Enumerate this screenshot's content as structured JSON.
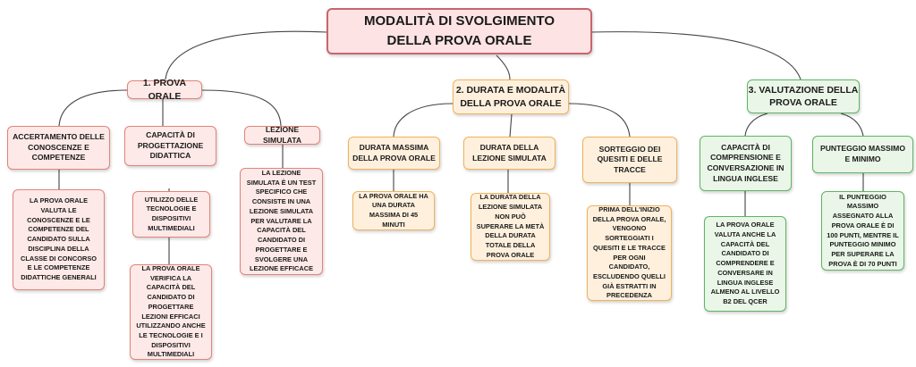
{
  "colors": {
    "title_fill": "#fde3e3",
    "title_border": "#c9646e",
    "red_fill": "#fde9e7",
    "red_border": "#e2847a",
    "orange_fill": "#fff0dd",
    "orange_border": "#f0b25c",
    "green_fill": "#eaf6e7",
    "green_border": "#5fb566",
    "line": "#444444"
  },
  "title": "MODALITÀ DI SVOLGIMENTO DELLA PROVA ORALE",
  "branch1": {
    "label": "1. PROVA ORALE",
    "c1": {
      "label": "ACCERTAMENTO DELLE CONOSCENZE E COMPETENZE",
      "detail": "LA PROVA ORALE VALUTA LE CONOSCENZE E LE COMPETENZE DEL CANDIDATO SULLA DISCIPLINA DELLA CLASSE DI CONCORSO E LE COMPETENZE DIDATTICHE GENERALI"
    },
    "c2": {
      "label": "CAPACITÀ DI PROGETTAZIONE DIDATTICA",
      "detail1": "UTILIZZO DELLE TECNOLOGIE E DISPOSITIVI MULTIMEDIALI",
      "detail2": "LA PROVA ORALE VERIFICA LA CAPACITÀ DEL CANDIDATO DI PROGETTARE LEZIONI EFFICACI UTILIZZANDO ANCHE LE TECNOLOGIE E I DISPOSITIVI MULTIMEDIALI"
    },
    "c3": {
      "label": "LEZIONE SIMULATA",
      "detail": "LA LEZIONE SIMULATA È UN TEST SPECIFICO CHE CONSISTE IN UNA LEZIONE SIMULATA PER VALUTARE LA CAPACITÀ DEL CANDIDATO DI PROGETTARE E SVOLGERE UNA LEZIONE EFFICACE"
    }
  },
  "branch2": {
    "label": "2. DURATA E MODALITÀ DELLA PROVA ORALE",
    "c1": {
      "label": "DURATA MASSIMA DELLA PROVA ORALE",
      "detail": "LA PROVA ORALE HA UNA DURATA MASSIMA DI 45 MINUTI"
    },
    "c2": {
      "label": "DURATA DELLA LEZIONE SIMULATA",
      "detail": "LA DURATA DELLA LEZIONE SIMULATA NON PUÒ SUPERARE LA METÀ DELLA DURATA TOTALE DELLA PROVA ORALE"
    },
    "c3": {
      "label": "SORTEGGIO DEI QUESITI E DELLE TRACCE",
      "detail": "PRIMA DELL'INIZIO DELLA PROVA ORALE, VENGONO SORTEGGIATI I QUESITI E LE TRACCE PER OGNI CANDIDATO, ESCLUDENDO QUELLI GIÀ ESTRATTI IN PRECEDENZA"
    }
  },
  "branch3": {
    "label": "3. VALUTAZIONE DELLA PROVA ORALE",
    "c1": {
      "label": "CAPACITÀ DI COMPRENSIONE E CONVERSAZIONE IN LINGUA INGLESE",
      "detail": "LA PROVA ORALE VALUTA ANCHE LA CAPACITÀ DEL CANDIDATO DI COMPRENDERE E CONVERSARE IN LINGUA INGLESE ALMENO AL LIVELLO B2 DEL QCER"
    },
    "c2": {
      "label": "PUNTEGGIO MASSIMO E MINIMO",
      "detail": "IL PUNTEGGIO MASSIMO ASSEGNATO ALLA PROVA ORALE È DI 100 PUNTI, MENTRE IL PUNTEGGIO MINIMO PER SUPERARE LA PROVA È DI 70 PUNTI"
    }
  }
}
